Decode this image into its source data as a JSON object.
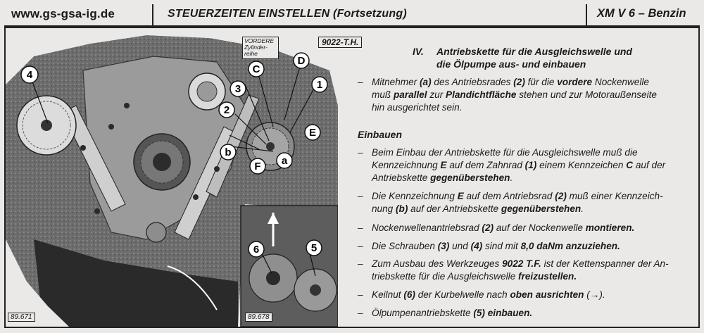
{
  "header": {
    "site": "www.gs-gsa-ig.de",
    "title": "STEUERZEITEN EINSTELLEN (Fortsetzung)",
    "model": "XM V 6 – Benzin"
  },
  "figure": {
    "label_main": "89.671",
    "label_inset": "89.678",
    "tool_label": "9022-T.H.",
    "callout_box": "VORDERE Zylinder-reihe",
    "callouts": [
      "4",
      "3",
      "2",
      "1",
      "b",
      "F",
      "a",
      "C",
      "D",
      "E",
      "6",
      "5"
    ]
  },
  "section": {
    "number": "IV.",
    "title_line1": "Antriebskette für die Ausgleichswelle und",
    "title_line2": "die Ölpumpe aus- und einbauen"
  },
  "intro": {
    "dash": "–",
    "lines": [
      "Mitnehmer (a) des Antriebsrades (2) für die vordere Nockenwelle",
      "muß parallel zur Plandichtfläche stehen und zur Motoraußenseite",
      "hin ausgerichtet sein."
    ]
  },
  "einbauen": {
    "heading": "Einbauen",
    "items": [
      {
        "lines": [
          "Beim Einbau der Antriebskette für die Ausgleichswelle muß die",
          "Kennzeichnung E auf dem Zahnrad (1) einem Kennzeichen C auf der",
          "Antriebskette gegenüberstehen."
        ]
      },
      {
        "lines": [
          "Die Kennzeichnung E auf dem Antriebsrad (2) muß einer Kennzeich-",
          "nung (b) auf der Antriebskette gegenüberstehen."
        ]
      },
      {
        "lines": [
          "Nockenwellenantriebsrad (2) auf der Nockenwelle montieren."
        ]
      },
      {
        "lines": [
          "Die Schrauben (3) und (4) sind mit 8,0 daNm anzuziehen."
        ]
      },
      {
        "lines": [
          "Zum Ausbau des Werkzeuges 9022 T.F. ist der Kettenspanner der An-",
          "triebskette für die Ausgleichswelle freizustellen."
        ]
      },
      {
        "lines": [
          "Keilnut (6) der Kurbelwelle nach oben ausrichten (→)."
        ]
      },
      {
        "lines": [
          "Ölpumpenantriebskette (5) einbauen."
        ]
      }
    ]
  },
  "colors": {
    "paper": "#ebe9e8",
    "ink": "#1a1a1a"
  }
}
